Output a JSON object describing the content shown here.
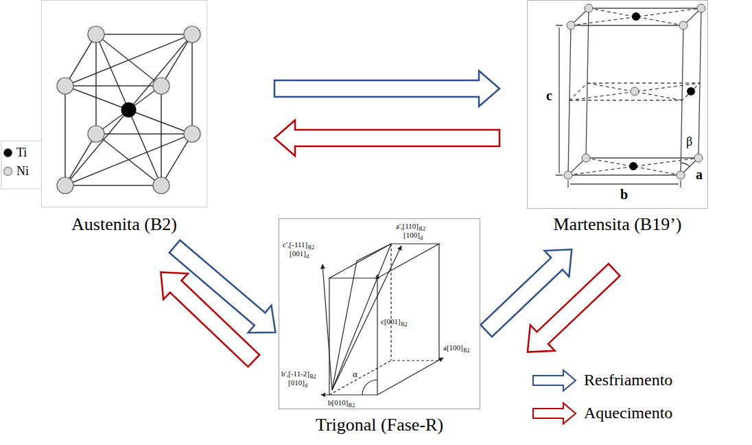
{
  "diagram": {
    "nodes": [
      {
        "text": [
          "Austenita (B2)"
        ]
      },
      {
        "text": [
          "Martensita (B19’)"
        ]
      },
      {
        "text": [
          "Trigonal (Fase-R)"
        ]
      }
    ],
    "edges": [
      {
        "from": 0,
        "to": 1,
        "arrow": "to"
      },
      {
        "from": 1,
        "to": 0,
        "arrow": "to"
      },
      {
        "from": 0,
        "to": 2,
        "arrow": "to"
      },
      {
        "from": 2,
        "to": 0,
        "arrow": "to"
      },
      {
        "from": 2,
        "to": 1,
        "arrow": "to"
      },
      {
        "from": 1,
        "to": 2,
        "arrow": "to"
      }
    ],
    "labels": [
      "c",
      "b",
      "a",
      "β",
      "c',[-111]",
      "B2",
      "[001]",
      "d",
      "a',[110]",
      "B2",
      "[100]",
      "d",
      "b',[-11-2]",
      "B2",
      "[010]",
      "d",
      "c[001]",
      "B2",
      "a[100]",
      "B2",
      "b[010]",
      "B2",
      "α"
    ],
    "legend": [
      {
        "text": "Ti",
        "color": "#000000"
      },
      {
        "text": "Ni",
        "color": "#d9d9d9"
      },
      {
        "text": "Resfriamento"
      },
      {
        "text": "Aquecimento"
      }
    ]
  }
}
